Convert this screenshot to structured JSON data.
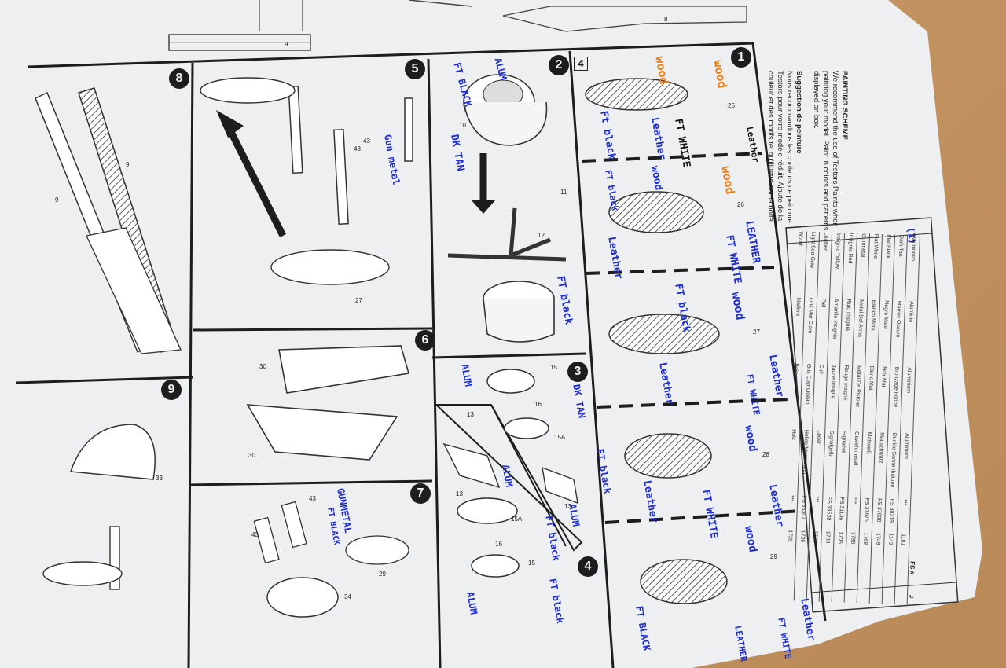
{
  "steps": [
    "8",
    "5",
    "2",
    "1",
    "6",
    "3",
    "9",
    "7",
    "4"
  ],
  "step2_box": "4",
  "part_numbers": {
    "top_left": "9",
    "wing_a": "9",
    "wing_b": "9",
    "step5_a": "43",
    "step5_b": "43",
    "step5_fig": "27",
    "step2_a": "10",
    "step2_b": "11",
    "step2_c": "12",
    "step6_a": "30",
    "step6_b": "30",
    "step3_a": "15",
    "step3_b": "13",
    "step3_c": "15A",
    "step3_d": "16",
    "step4_a": "13",
    "step4_b": "15A",
    "step4_c": "16",
    "step4_d": "15",
    "step4_e": "13",
    "step9_a": "33",
    "step7_a": "43",
    "step7_b": "43",
    "step7_c": "29",
    "step7_d": "34",
    "fig25": "25",
    "fig26": "26",
    "fig27": "27",
    "fig28": "28",
    "fig29": "29",
    "top_8": "8"
  },
  "handwritten": {
    "alum_1": "ALUM",
    "ft_black_1": "FT BLACK",
    "dk_tan_1": "DK TAN",
    "ft_black_2": "FT black",
    "gun_metal_1": "Gun metal",
    "alum_2": "ALUM",
    "dk_tan_2": "DK TAN",
    "ft_black_3": "FT black",
    "alum_3": "ALUM",
    "alum_4": "ALUM",
    "ft_black_4": "FT black",
    "ft_black_5": "FT black",
    "alum_5": "ALUM",
    "gunmetal_2": "GUNMETAL",
    "ft_black_6": "FT BLACK",
    "wood_1": "wood",
    "wood_2": "wood",
    "ft_black_7": "Ft black",
    "leather_1": "Leather",
    "ft_white_1": "FT WHITE",
    "leather_2": "Leather",
    "ft_black_8": "FT black",
    "wood_3": "wood",
    "wood_4": "wood",
    "leather_3": "LEATHER",
    "ft_white_2": "FT WHITE",
    "leather_4": "Leather",
    "ft_black_9": "FT black",
    "wood_5": "wood",
    "leather_5": "Leather",
    "leather_6": "Leather",
    "ft_white_3": "FT WHITE",
    "wood_6": "wood",
    "leather_7": "Leather",
    "ft_white_4": "FT WHITE",
    "leather_8": "Leather",
    "wood_7": "wood",
    "leather_9": "Leather",
    "ft_black_10": "FT BLACK",
    "ft_white_5": "FT WHITE",
    "leather_10": "LEATHER",
    "paren_1": "(1)"
  },
  "painting_scheme": {
    "title": "PAINTING SCHEME",
    "en": "We recommend the use of Testors Paints when painting your model. Paint in colors and patterns displayed on box.",
    "es_title": "Suggestion de peinture",
    "fr": "Nous recommandons les couleurs de peinture Testors pour votre modèle réduit. Ajoute de la couleur et des motifs tel qu'illustré sur la boite."
  },
  "paint_table": {
    "headers": [
      "FS #",
      "#"
    ],
    "rows": [
      [
        "Aluminium",
        "Aluminio",
        "Aluminium",
        "Aluminium",
        "***",
        "1181"
      ],
      [
        "Dark Tan",
        "Marrón Oscuro",
        "Bronzage Foncé",
        "Dunkle Sonnenbräune",
        "FS 30219",
        "1142"
      ],
      [
        "Flat Black",
        "Negro Mate",
        "Noir Mat",
        "Mattschwarz",
        "FS 37038",
        "1749"
      ],
      [
        "Flat White",
        "Blanco Mate",
        "Blanc Mat",
        "Mattweiß",
        "FS 37875",
        "1768"
      ],
      [
        "Gunmetal",
        "Metal Del Arma",
        "Métal De Pistolet",
        "Gewehrmetall",
        "***",
        "1795"
      ],
      [
        "Insignia Red",
        "Rojo Insignia",
        "Rouge Insigne",
        "Signalrot",
        "FS 31136",
        "1705"
      ],
      [
        "Insignia Yellow",
        "Amarillo Insignia",
        "Jaune Insigne",
        "Signalgelb",
        "FS 33538",
        "1708"
      ],
      [
        "Leather",
        "Piel",
        "Cuir",
        "Leder",
        "***",
        "1736"
      ],
      [
        "Light Sea Gray",
        "Gris Mar Claro",
        "Gris Clair Océan",
        "Helles Meeresgrau",
        "FS 36307",
        "1726"
      ],
      [
        "Wood",
        "Madera",
        "Bois",
        "Holz",
        "***",
        "1735"
      ]
    ]
  }
}
